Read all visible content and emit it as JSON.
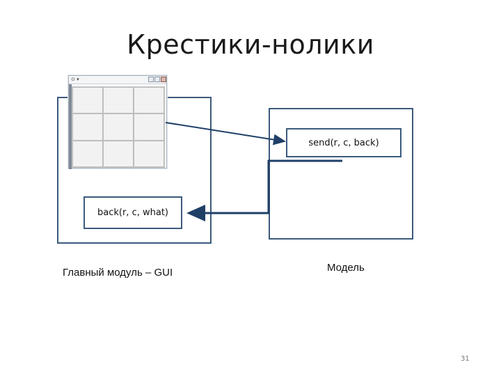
{
  "slide": {
    "title": "Крестики-нолики",
    "page_number": "31"
  },
  "gui_module": {
    "caption": "Главный модуль – GUI",
    "back_call": "back(r, c, what)",
    "mini_window": {
      "menu_glyph": "⊙ ▾",
      "grid_rows": 3,
      "grid_cols": 3
    }
  },
  "model_module": {
    "caption": "Модель",
    "send_call": "send(r, c, back)"
  },
  "colors": {
    "box_border": "#3b5a7d",
    "arrow": "#1f3f66"
  }
}
